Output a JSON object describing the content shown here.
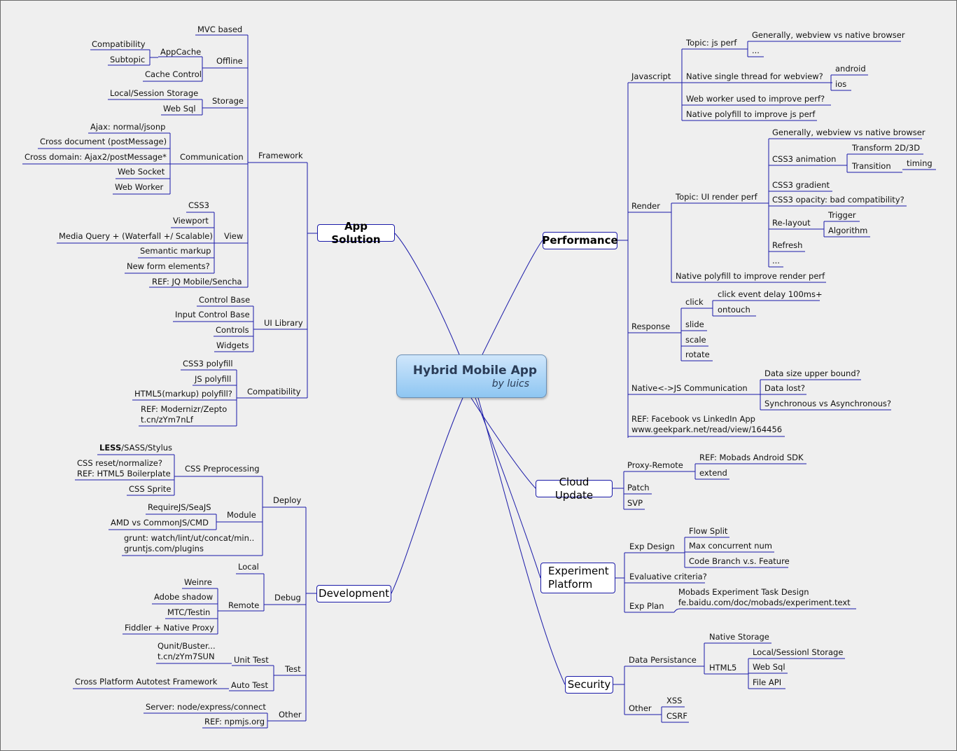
{
  "root": {
    "title": "Hybrid Mobile App",
    "subtitle": "by luics"
  },
  "colors": {
    "line": "#1a1aa8",
    "background": "#efefef",
    "root_fill": "#9fd0f7"
  },
  "branches": {
    "app_solution": "App Solution",
    "development": "Development",
    "performance": "Performance",
    "cloud_update": "Cloud Update",
    "experiment_platform": [
      "Experiment",
      "Platform"
    ],
    "security": "Security"
  },
  "app_solution": {
    "framework": "Framework",
    "mvc": "MVC based",
    "offline": "Offline",
    "appcache": "AppCache",
    "compatibility": "Compatibility",
    "subtopic": "Subtopic",
    "cache_control": "Cache Control",
    "storage": "Storage",
    "local_session": "Local/Session Storage",
    "web_sql": "Web Sql",
    "communication": "Communication",
    "ajax": "Ajax: normal/jsonp",
    "cross_doc": "Cross document (postMessage)",
    "cross_domain": "Cross domain: Ajax2/postMessage*",
    "web_socket": "Web Socket",
    "web_worker": "Web Worker",
    "view": "View",
    "css3": "CSS3",
    "viewport": "Viewport",
    "media_query": "Media Query + (Waterfall +/ Scalable)",
    "semantic": "Semantic markup",
    "new_form": "New form elements?",
    "ref_jq": "REF: JQ Mobile/Sencha",
    "ui_library": "UI Library",
    "control_base": "Control Base",
    "input_control_base": "Input Control Base",
    "controls": "Controls",
    "widgets": "Widgets",
    "compat": "Compatibility",
    "css3_polyfill": "CSS3 polyfill",
    "js_polyfill": "JS polyfill",
    "html5_polyfill": "HTML5(markup) polyfill?",
    "ref_modernizr": [
      "REF: Modernizr/Zepto",
      "t.cn/zYm7nLf"
    ]
  },
  "development": {
    "deploy": "Deploy",
    "css_pre": "CSS Preprocessing",
    "less_bold": "LESS",
    "less_rest": "/SASS/Stylus",
    "css_reset": [
      "CSS reset/normalize?",
      "REF: HTML5 Boilerplate"
    ],
    "css_sprite": "CSS Sprite",
    "module": "Module",
    "requirejs": "RequireJS/SeaJS",
    "amd": "AMD vs CommonJS/CMD",
    "grunt": [
      "grunt: watch/lint/ut/concat/min..",
      "gruntjs.com/plugins"
    ],
    "debug": "Debug",
    "local": "Local",
    "remote": "Remote",
    "weinre": "Weinre",
    "adobe_shadow": "Adobe shadow",
    "mtc": "MTC/Testin",
    "fiddler": "Fiddler + Native Proxy",
    "test": "Test",
    "unit_test": "Unit Test",
    "qunit": [
      "Qunit/Buster...",
      "t.cn/zYm7SUN"
    ],
    "auto_test": "Auto Test",
    "cross_platform": "Cross Platform Autotest Framework",
    "other": "Other",
    "server": "Server: node/express/connect",
    "ref_npm": "REF: npmjs.org"
  },
  "performance": {
    "javascript": "Javascript",
    "topic_js": "Topic: js perf",
    "generally1": "Generally, webview vs native browser",
    "ellipsis1": "...",
    "native_single": "Native single thread for webview?",
    "android": "android",
    "ios": "ios",
    "web_worker": "Web worker used to improve perf?",
    "native_polyfill_js": "Native polyfill to improve js perf",
    "render": "Render",
    "topic_ui": "Topic: UI render perf",
    "generally2": "Generally, webview vs native browser",
    "css3_anim": "CSS3 animation",
    "transform": "Transform 2D/3D",
    "transition": "Transition",
    "timing": "timing",
    "css3_gradient": "CSS3 gradient",
    "css3_opacity": "CSS3 opacity: bad compatibility?",
    "relayout": "Re-layout",
    "trigger": "Trigger",
    "algorithm": "Algorithm",
    "refresh": "Refresh",
    "ellipsis2": "...",
    "native_polyfill_render": "Native polyfill to improve render perf",
    "response": "Response",
    "click": "click",
    "click_delay": "click event delay 100ms+",
    "ontouch": "ontouch",
    "slide": "slide",
    "scale": "scale",
    "rotate": "rotate",
    "native_js": "Native<->JS Communication",
    "data_size": "Data size upper bound?",
    "data_lost": "Data lost?",
    "sync": "Synchronous vs Asynchronous?",
    "ref_facebook": [
      "REF: Facebook vs LinkedIn App",
      "www.geekpark.net/read/view/164456"
    ]
  },
  "cloud_update": {
    "proxy_remote": "Proxy-Remote",
    "ref_mobads": "REF: Mobads Android SDK",
    "extend": "extend",
    "patch": "Patch",
    "svp": "SVP"
  },
  "experiment": {
    "exp_design": "Exp Design",
    "flow_split": "Flow Split",
    "max_concurrent": "Max concurrent num",
    "code_branch": "Code Branch v.s. Feature",
    "evaluative": "Evaluative criteria?",
    "exp_plan": "Exp Plan",
    "mobads_exp": [
      "Mobads Experiment Task Design",
      "fe.baidu.com/doc/mobads/experiment.text"
    ]
  },
  "security": {
    "data_persistance": "Data Persistance",
    "native_storage": "Native Storage",
    "html5": "HTML5",
    "local_sessionl": "Local/Sessionl Storage",
    "web_sql": "Web Sql",
    "file_api": "File API",
    "other": "Other",
    "xss": "XSS",
    "csrf": "CSRF"
  }
}
